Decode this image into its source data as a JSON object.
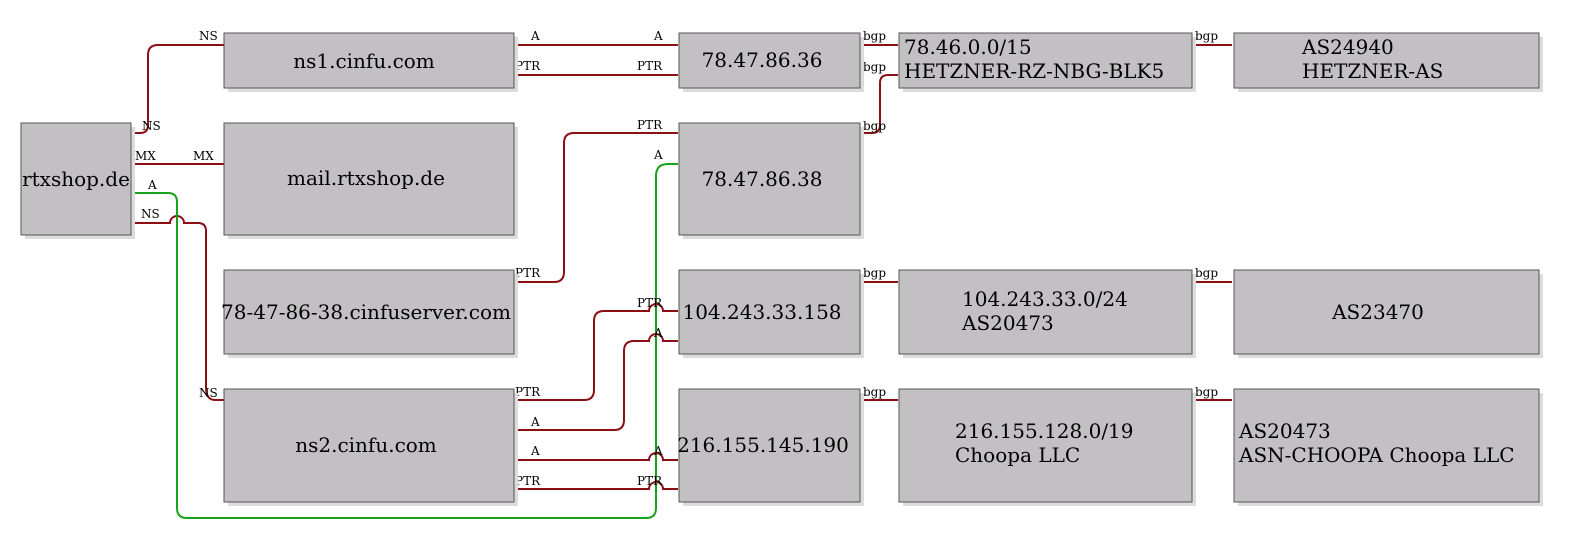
{
  "nodes": {
    "rtxshop": {
      "lines": [
        "rtxshop.de"
      ]
    },
    "ns1": {
      "lines": [
        "ns1.cinfu.com"
      ]
    },
    "mail": {
      "lines": [
        "mail.rtxshop.de"
      ]
    },
    "cinfuserver": {
      "lines": [
        "78-47-86-38.cinfuserver.com"
      ]
    },
    "ns2": {
      "lines": [
        "ns2.cinfu.com"
      ]
    },
    "ip36": {
      "lines": [
        "78.47.86.36"
      ]
    },
    "ip38": {
      "lines": [
        "78.47.86.38"
      ]
    },
    "ip158": {
      "lines": [
        "104.243.33.158"
      ]
    },
    "ip190": {
      "lines": [
        "216.155.145.190"
      ]
    },
    "net7846": {
      "lines": [
        "78.46.0.0/15",
        "HETZNER-RZ-NBG-BLK5"
      ]
    },
    "net104": {
      "lines": [
        "104.243.33.0/24",
        "AS20473"
      ]
    },
    "net216": {
      "lines": [
        "216.155.128.0/19",
        "Choopa LLC"
      ]
    },
    "as24940": {
      "lines": [
        "AS24940",
        "HETZNER-AS"
      ]
    },
    "as23470": {
      "lines": [
        "AS23470"
      ]
    },
    "as20473": {
      "lines": [
        "AS20473",
        "ASN-CHOOPA Choopa LLC"
      ]
    }
  },
  "edge_labels": {
    "ns": "NS",
    "mx": "MX",
    "a": "A",
    "ptr": "PTR",
    "bgp": "bgp"
  },
  "colors": {
    "edge_default": "#8b0f14",
    "edge_highlight": "#1aa31a",
    "node_fill": "#c2c0c2"
  }
}
